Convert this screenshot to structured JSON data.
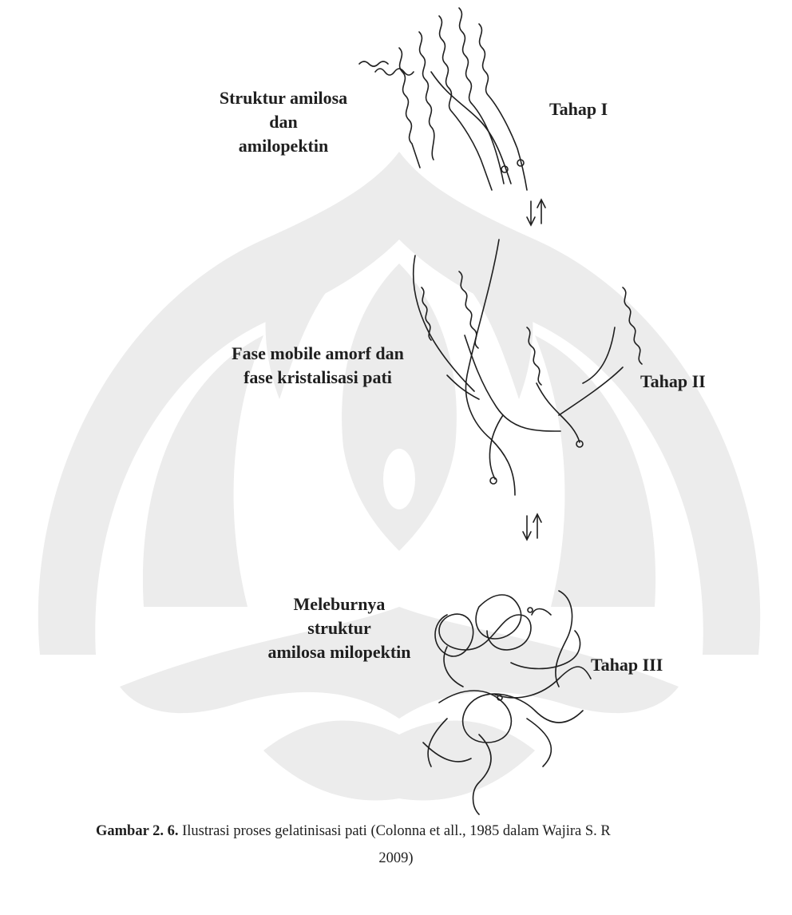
{
  "labels": {
    "stage1_desc": [
      "Struktur amilosa",
      "dan",
      "amilopektin"
    ],
    "stage2_desc": [
      "Fase mobile amorf dan",
      "fase kristalisasi pati"
    ],
    "stage3_desc": [
      "Meleburnya",
      "struktur",
      "amilosa milopektin"
    ]
  },
  "stages": [
    "Tahap I",
    "Tahap II",
    "Tahap III"
  ],
  "caption": {
    "prefix": "Gambar 2. 6.",
    "text": " Ilustrasi proses gelatinisasi pati (Colonna et all., 1985 dalam Wajira S. R",
    "line2": "2009)"
  },
  "colors": {
    "ink": "#1f1f1f",
    "watermark": "#ebebeb"
  },
  "watermark_icon": "university-emblem-watermark"
}
